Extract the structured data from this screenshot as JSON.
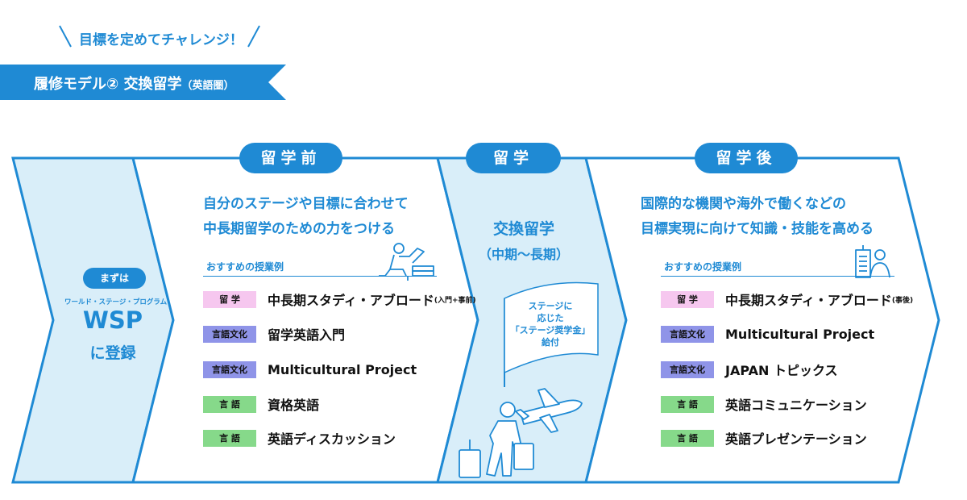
{
  "header": {
    "tagline": "目標を定めてチャレンジ！",
    "banner_title": "履修モデル② 交換留学",
    "banner_sub": "（英語圏）"
  },
  "wsp": {
    "badge": "まずは",
    "small": "ワールド・ステージ・プログラム",
    "big": "WSP",
    "register": "に登録"
  },
  "stages": {
    "before": {
      "label": "留学前",
      "lead": [
        "自分のステージや目標に合わせて",
        "中長期留学のための力をつける"
      ],
      "rec_label": "おすすめの授業例",
      "courses": [
        {
          "tag": "留 学",
          "name": "中長期スタディ・アブロード",
          "suffix": "(入門+事前)"
        },
        {
          "tag": "言語文化",
          "name": "留学英語入門",
          "suffix": ""
        },
        {
          "tag": "言語文化",
          "name": "Multicultural Project",
          "suffix": ""
        },
        {
          "tag": "言 語",
          "name": "資格英語",
          "suffix": ""
        },
        {
          "tag": "言 語",
          "name": "英語ディスカッション",
          "suffix": ""
        }
      ]
    },
    "during": {
      "label": "留学",
      "title": "交換留学",
      "subtitle": "（中期〜長期）",
      "flag_lines": [
        "ステージに",
        "応じた",
        "「ステージ奨学金」",
        "給付"
      ]
    },
    "after": {
      "label": "留学後",
      "lead": [
        "国際的な機関や海外で働くなどの",
        "目標実現に向けて知識・技能を高める"
      ],
      "rec_label": "おすすめの授業例",
      "courses": [
        {
          "tag": "留 学",
          "name": "中長期スタディ・アブロード",
          "suffix": "(事後)"
        },
        {
          "tag": "言語文化",
          "name": "Multicultural Project",
          "suffix": ""
        },
        {
          "tag": "言語文化",
          "name": "JAPAN トピックス",
          "suffix": ""
        },
        {
          "tag": "言 語",
          "name": "英語コミュニケーション",
          "suffix": ""
        },
        {
          "tag": "言 語",
          "name": "英語プレゼンテーション",
          "suffix": ""
        }
      ]
    }
  },
  "colors": {
    "accent": "#1f8ad4",
    "light_fill": "#d9eef9",
    "tag_study": "#f6c7ef",
    "tag_lang_culture": "#8f94e8",
    "tag_lang": "#86d98a"
  }
}
